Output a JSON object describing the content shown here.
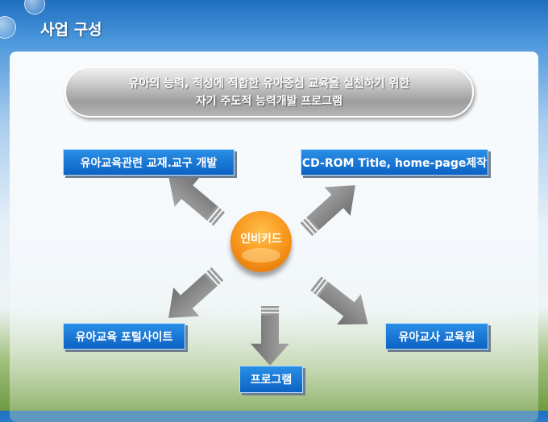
{
  "slide_title": "사업 구성",
  "mission": {
    "line1": "유아의 능력, 적성에 적합한 유아중심 교육을 실천하기 위한",
    "line2": "자기 주도적 능력개발 프로그램"
  },
  "hub": "인비키드",
  "items": {
    "materials": "유아교육관련 교재.교구 개발",
    "cdrom": "CD-ROM Title, home-page제작",
    "portal": "유아교육 포털사이트",
    "program": "프로그램",
    "teacher": "유아교사 교육원"
  },
  "colors": {
    "box": "#1b7bd6",
    "hub": "#f7931a",
    "arrow": "#8c8c8c"
  }
}
